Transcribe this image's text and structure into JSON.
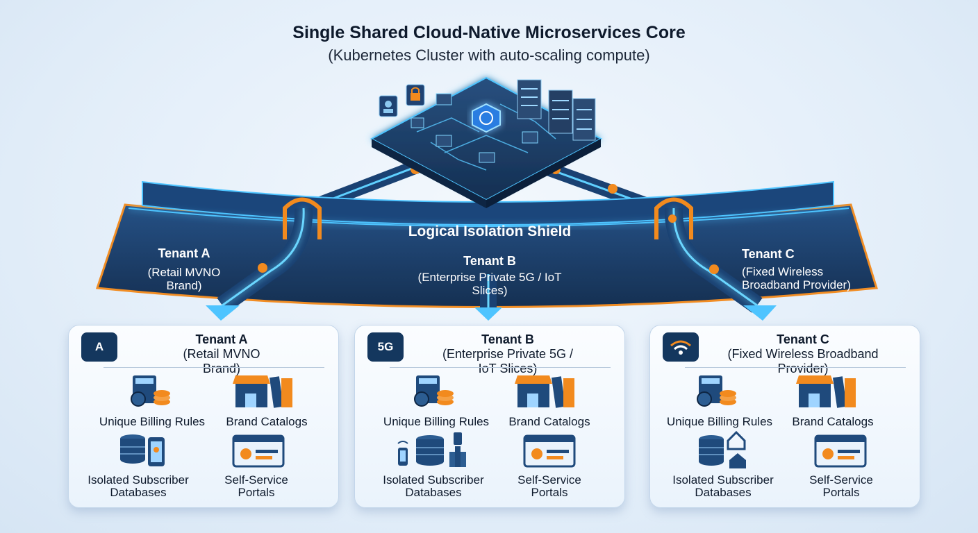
{
  "header": {
    "title": "Single Shared Cloud-Native Microservices Core",
    "subtitle": "(Kubernetes Cluster with auto-scaling compute)"
  },
  "shield": {
    "label": "Logical Isolation Shield",
    "tenants": [
      {
        "name": "Tenant A",
        "desc_line1": "(Retail MVNO",
        "desc_line2": "Brand)"
      },
      {
        "name": "Tenant B",
        "desc_line1": "(Enterprise Private 5G / IoT",
        "desc_line2": "Slices)"
      },
      {
        "name": "Tenant C",
        "desc_line1": "(Fixed Wireless",
        "desc_line2": "Broadband Provider)"
      }
    ]
  },
  "cards": [
    {
      "logo_text": "A",
      "name": "Tenant A",
      "desc_line1": "(Retail MVNO",
      "desc_line2": "Brand)",
      "items": {
        "billing": "Unique Billing Rules",
        "catalogs": "Brand Catalogs",
        "db_line1": "Isolated Subscriber",
        "db_line2": "Databases",
        "portal_line1": "Self-Service",
        "portal_line2": "Portals"
      }
    },
    {
      "logo_text": "5G",
      "name": "Tenant B",
      "desc_line1": "(Enterprise Private 5G /",
      "desc_line2": "IoT Slices)",
      "items": {
        "billing": "Unique Billing Rules",
        "catalogs": "Brand Catalogs",
        "db_line1": "Isolated Subscriber",
        "db_line2": "Databases",
        "portal_line1": "Self-Service",
        "portal_line2": "Portals"
      }
    },
    {
      "logo_text": "wifi-icon",
      "name": "Tenant C",
      "desc_line1": "(Fixed Wireless Broadband",
      "desc_line2": "Provider)",
      "items": {
        "billing": "Unique Billing Rules",
        "catalogs": "Brand Catalogs",
        "db_line1": "Isolated Subscriber",
        "db_line2": "Databases",
        "portal_line1": "Self-Service",
        "portal_line2": "Portals"
      }
    }
  ],
  "colors": {
    "navy": "#14375e",
    "glow": "#4ec4ff",
    "orange": "#f28a1e",
    "card_border": "#c3d6ea"
  }
}
